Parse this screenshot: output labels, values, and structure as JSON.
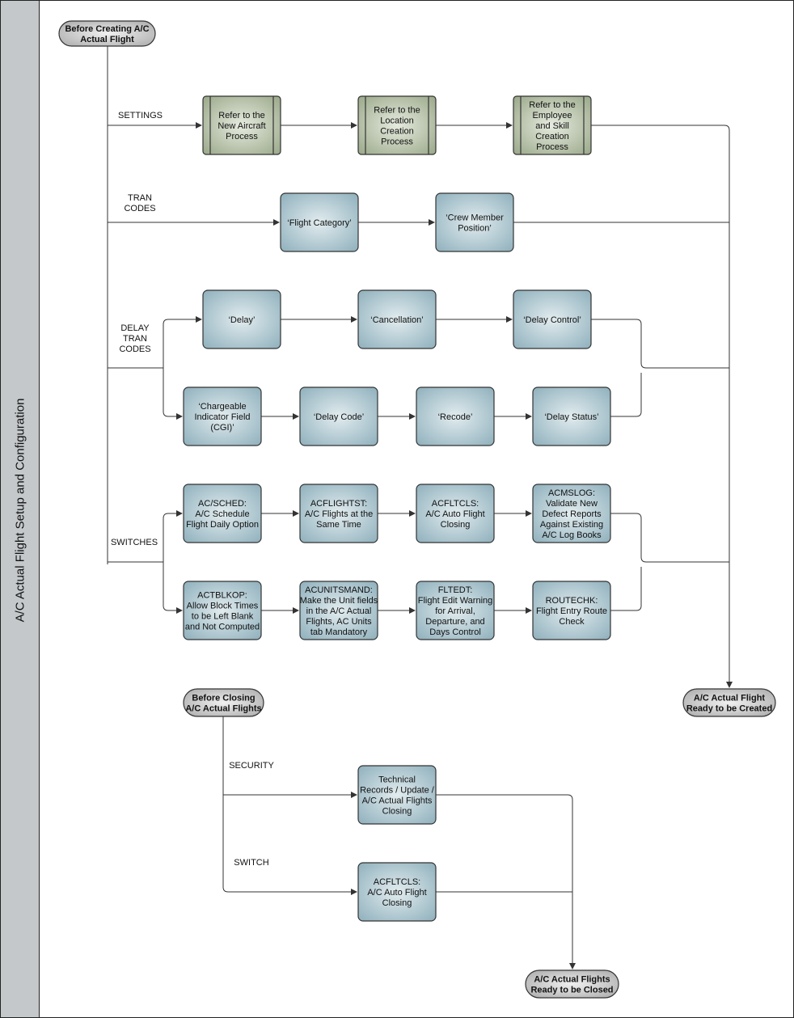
{
  "lane_title": "A/C Actual Flight Setup and Configuration",
  "terminals": {
    "start_create": [
      "Before Creating A/C",
      "Actual Flight"
    ],
    "end_create": [
      "A/C Actual Flight",
      "Ready to be Created"
    ],
    "start_close": [
      "Before Closing",
      "A/C Actual Flights"
    ],
    "end_close": [
      "A/C Actual Flights",
      "Ready to be Closed"
    ]
  },
  "branch_labels": {
    "settings": [
      "SETTINGS"
    ],
    "tran_codes": [
      "TRAN",
      "CODES"
    ],
    "delay_tran_codes": [
      "DELAY",
      "TRAN",
      "CODES"
    ],
    "switches": [
      "SWITCHES"
    ],
    "security": [
      "SECURITY"
    ],
    "switch": [
      "SWITCH"
    ]
  },
  "processes": {
    "new_aircraft": [
      "Refer to the",
      "New Aircraft",
      "Process"
    ],
    "location": [
      "Refer to the",
      "Location",
      "Creation",
      "Process"
    ],
    "employee": [
      "Refer to the",
      "Employee",
      "and Skill",
      "Creation",
      "Process"
    ]
  },
  "boxes": {
    "flight_category": [
      "‘Flight Category’"
    ],
    "crew_member": [
      "‘Crew Member",
      "Position’"
    ],
    "delay": [
      "‘Delay’"
    ],
    "cancellation": [
      "‘Cancellation’"
    ],
    "delay_control": [
      "‘Delay Control’"
    ],
    "cgi": [
      "‘Chargeable",
      "Indicator Field",
      "(CGI)’"
    ],
    "delay_code": [
      "‘Delay Code’"
    ],
    "recode": [
      "‘Recode’"
    ],
    "delay_status": [
      "‘Delay Status’"
    ],
    "ac_sched": [
      "AC/SCHED:",
      "A/C Schedule",
      "Flight Daily Option"
    ],
    "acflightst": [
      "ACFLIGHTST:",
      "A/C Flights at the",
      "Same Time"
    ],
    "acfltcls": [
      "ACFLTCLS:",
      "A/C Auto Flight",
      "Closing"
    ],
    "acmslog": [
      "ACMSLOG:",
      "Validate New",
      "Defect Reports",
      "Against Existing",
      "A/C Log Books"
    ],
    "actblkop": [
      "ACTBLKOP:",
      "Allow Block Times",
      "to be Left Blank",
      "and Not Computed"
    ],
    "acunitsmand": [
      "ACUNITSMAND:",
      "Make the Unit fields",
      "in the A/C Actual",
      "Flights, AC Units",
      "tab Mandatory"
    ],
    "fltedt": [
      "FLTEDT:",
      "Flight Edit Warning",
      "for Arrival,",
      "Departure, and",
      "Days Control"
    ],
    "routechk": [
      "ROUTECHK:",
      "Flight Entry Route",
      "Check"
    ],
    "tech_records": [
      "Technical",
      "Records / Update /",
      "A/C Actual Flights",
      "Closing"
    ],
    "acfltcls2": [
      "ACFLTCLS:",
      "A/C Auto Flight",
      "Closing"
    ]
  },
  "colors": {
    "box_fill_center": "#e2ecef",
    "box_fill_edge": "#8fb0bc",
    "process_fill_center": "#e6ebdf",
    "process_fill_edge": "#9aa889",
    "terminal_fill_center": "#f0f0f0",
    "terminal_fill_edge": "#a9a9a9",
    "line": "#333333",
    "lane": "#c4c8cb"
  }
}
